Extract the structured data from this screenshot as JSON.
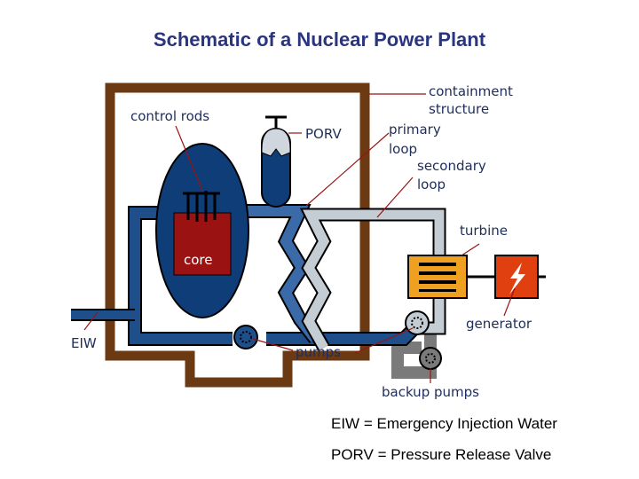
{
  "title": "Schematic of a Nuclear Power Plant",
  "labels": {
    "containment_line1": "containment",
    "containment_line2": "structure",
    "control_rods": "control rods",
    "porv": "PORV",
    "primary_line1": "primary",
    "primary_line2": "loop",
    "secondary_line1": "secondary",
    "secondary_line2": "loop",
    "turbine": "turbine",
    "core": "core",
    "generator": "generator",
    "eiw": "EIW",
    "pumps": "pumps",
    "backup_pumps": "backup pumps"
  },
  "legend": [
    "EIW = Emergency Injection Water",
    "PORV = Pressure Release Valve"
  ],
  "colors": {
    "title": "#2a3580",
    "containment": "#6b3a12",
    "primary_loop": "#1f4f8a",
    "vessel": "#0f3d78",
    "core": "#9b1212",
    "secondary_loop": "#c4ccd4",
    "turbine": "#f0a020",
    "generator": "#e04010",
    "backup_loop": "#808080"
  }
}
